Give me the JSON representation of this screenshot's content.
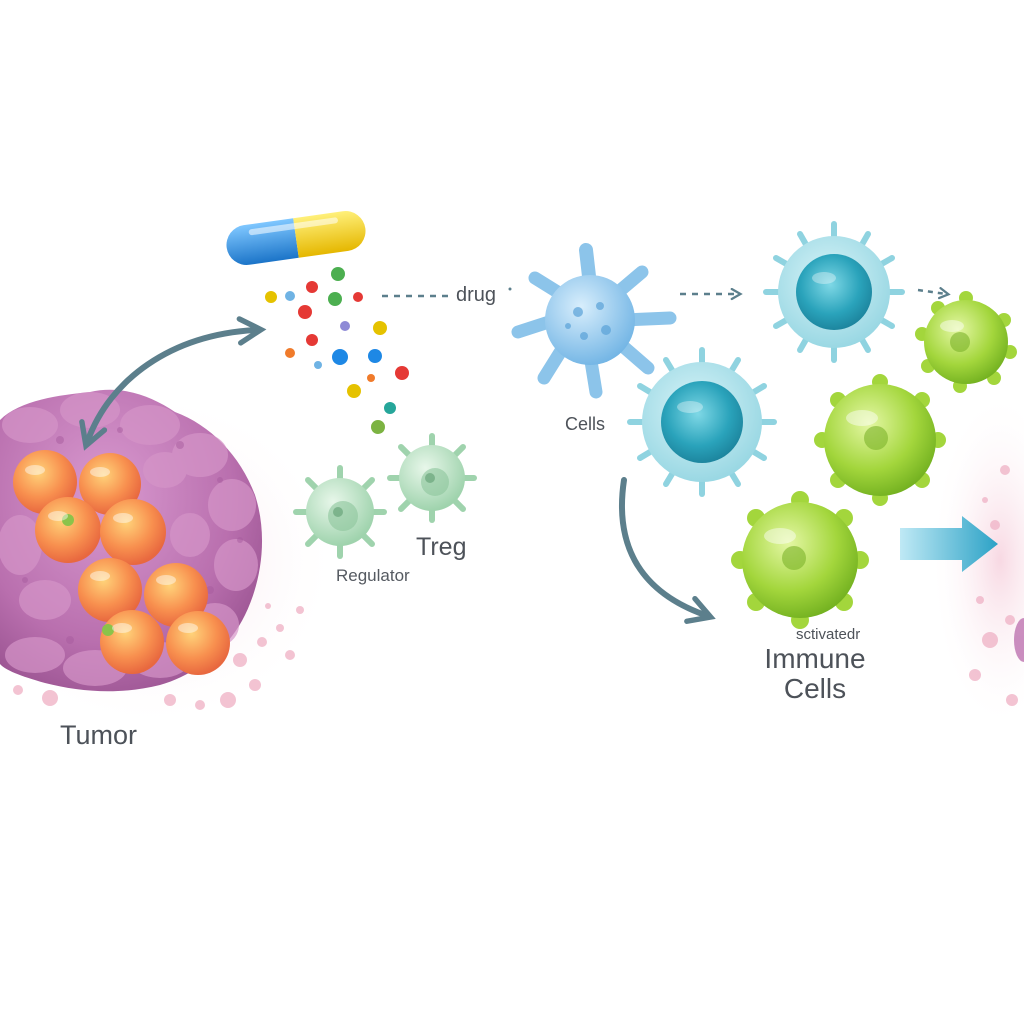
{
  "labels": {
    "tumor": "Tumor",
    "treg": "Treg",
    "regulator": "Regulator",
    "drug": "drug",
    "cells": "Cells",
    "activated": "ѕctivatedr",
    "immune_line1": "Immune",
    "immune_line2": "Cells"
  },
  "icons": {
    "capsule": "capsule-icon",
    "tumor": "tumor-cell-cluster-icon",
    "treg": "treg-cell-icon",
    "dendritic": "dendritic-cell-icon",
    "tcell": "t-cell-icon",
    "activated": "activated-immune-cell-icon",
    "arrow": "arrow-icon"
  },
  "colors": {
    "tumor_mass": "#c27bb5",
    "tumor_cell": "#f48a5a",
    "treg": "#b9e2c3",
    "dendritic": "#8cc4ea",
    "tcell": "#2fa6bd",
    "activated": "#9bd13a",
    "arrow": "#5c7f8c",
    "pink_particles": "#f2b8c8"
  }
}
